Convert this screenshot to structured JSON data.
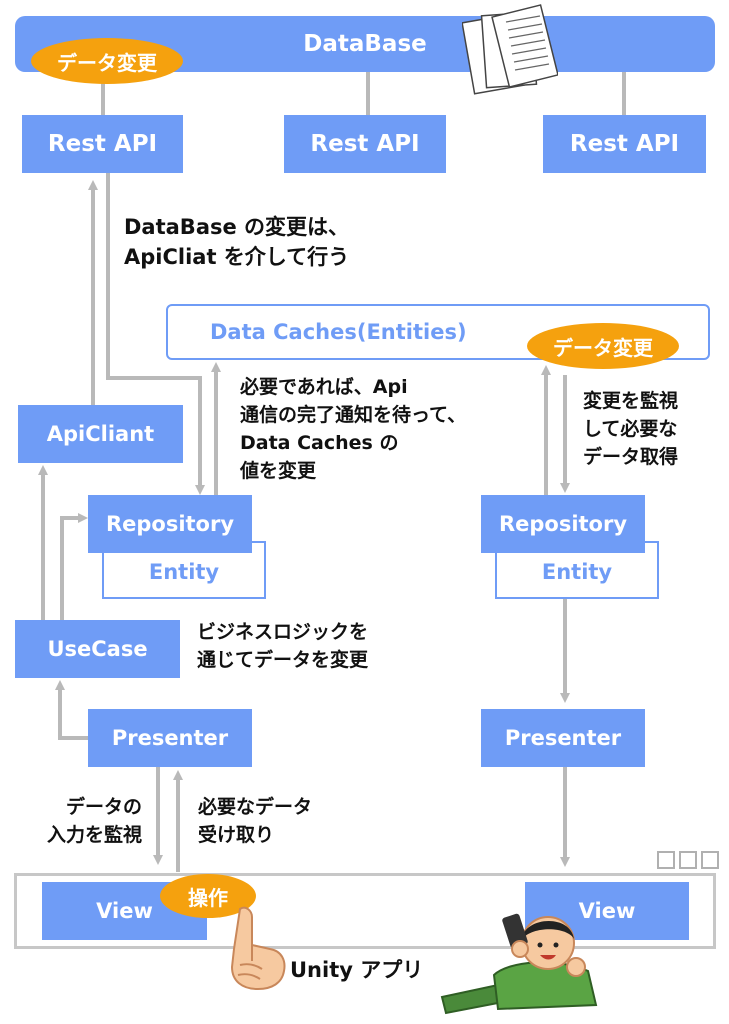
{
  "database": {
    "label": "DataBase"
  },
  "rest_api": {
    "left": "Rest API",
    "center": "Rest API",
    "right": "Rest API"
  },
  "data_change_badge": "データ変更",
  "notes": {
    "database_change_line1": "DataBase の変更は、",
    "database_change_line2": "ApiCliat を介して行う",
    "api_done_line1": "必要であれば、Api",
    "api_done_line2": "通信の完了通知を待って、",
    "api_done_line3": "Data Caches の",
    "api_done_line4": "値を変更",
    "monitor_line1": "変更を監視",
    "monitor_line2": "して必要な",
    "monitor_line3": "データ取得",
    "business_line1": "ビジネスロジックを",
    "business_line2": "通じてデータを変更",
    "input_line1": "データの",
    "input_line2": "入力を監視",
    "receive_line1": "必要なデータ",
    "receive_line2": "受け取り"
  },
  "data_caches": {
    "label": "Data Caches(Entities)"
  },
  "api_client": {
    "label": "ApiCliant"
  },
  "repository_left": {
    "label": "Repository",
    "entity": "Entity"
  },
  "repository_right": {
    "label": "Repository",
    "entity": "Entity"
  },
  "usecase": {
    "label": "UseCase"
  },
  "presenter_left": {
    "label": "Presenter"
  },
  "presenter_right": {
    "label": "Presenter"
  },
  "view_left": {
    "label": "View"
  },
  "view_right": {
    "label": "View"
  },
  "operation_badge": "操作",
  "unity_app": {
    "label": "Unity アプリ"
  },
  "colors": {
    "box": "#6f9cf6",
    "badge": "#f5a10e",
    "line": "#b9b9b9"
  }
}
